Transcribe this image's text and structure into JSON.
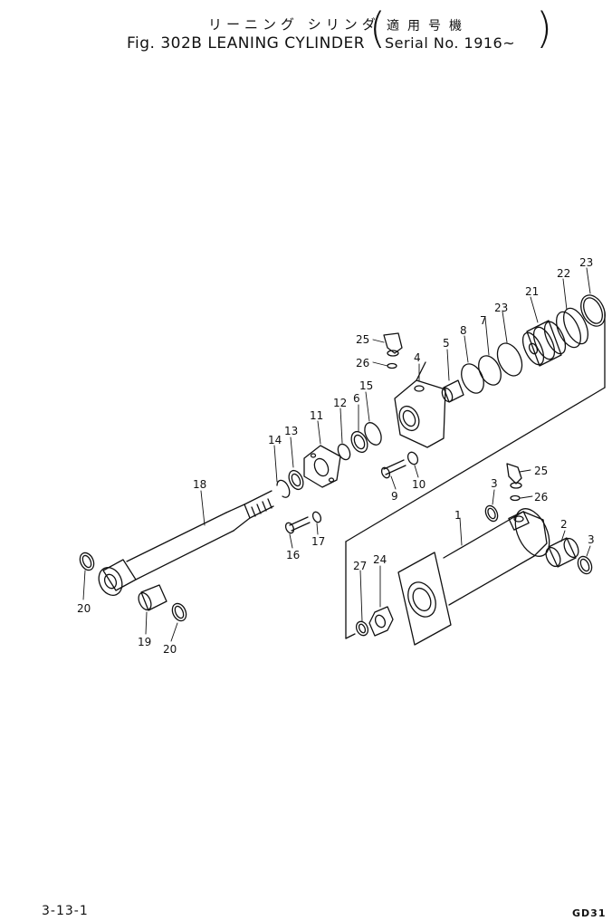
{
  "header": {
    "title_jp": "リーニング シリンダ",
    "title_en": "Fig. 302B LEANING CYLINDER",
    "serial_jp": "適用号機",
    "serial_en": "Serial No. 1916~"
  },
  "parts": [
    {
      "id": "p1",
      "label": "1"
    },
    {
      "id": "p2",
      "label": "2"
    },
    {
      "id": "p3a",
      "label": "3"
    },
    {
      "id": "p3b",
      "label": "3"
    },
    {
      "id": "p4",
      "label": "4"
    },
    {
      "id": "p5",
      "label": "5"
    },
    {
      "id": "p6",
      "label": "6"
    },
    {
      "id": "p7",
      "label": "7"
    },
    {
      "id": "p8",
      "label": "8"
    },
    {
      "id": "p9",
      "label": "9"
    },
    {
      "id": "p10",
      "label": "10"
    },
    {
      "id": "p11",
      "label": "11"
    },
    {
      "id": "p12",
      "label": "12"
    },
    {
      "id": "p13",
      "label": "13"
    },
    {
      "id": "p14",
      "label": "14"
    },
    {
      "id": "p15",
      "label": "15"
    },
    {
      "id": "p16",
      "label": "16"
    },
    {
      "id": "p17",
      "label": "17"
    },
    {
      "id": "p18",
      "label": "18"
    },
    {
      "id": "p19",
      "label": "19"
    },
    {
      "id": "p20a",
      "label": "20"
    },
    {
      "id": "p20b",
      "label": "20"
    },
    {
      "id": "p21",
      "label": "21"
    },
    {
      "id": "p22",
      "label": "22"
    },
    {
      "id": "p23a",
      "label": "23"
    },
    {
      "id": "p23b",
      "label": "23"
    },
    {
      "id": "p24",
      "label": "24"
    },
    {
      "id": "p25a",
      "label": "25"
    },
    {
      "id": "p25b",
      "label": "25"
    },
    {
      "id": "p26a",
      "label": "26"
    },
    {
      "id": "p26b",
      "label": "26"
    },
    {
      "id": "p27",
      "label": "27"
    }
  ],
  "footer": {
    "page": "3-13-1",
    "code": "GD31"
  }
}
